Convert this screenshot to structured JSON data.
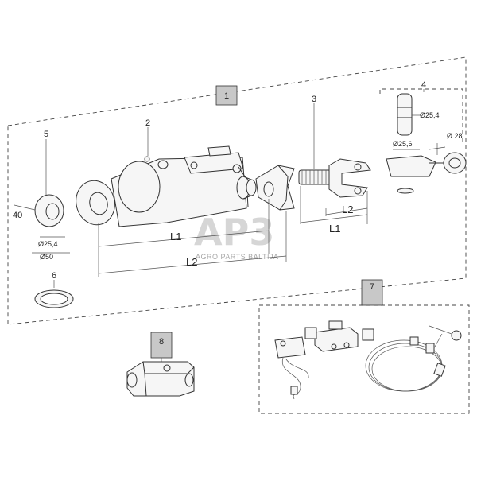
{
  "callouts": {
    "c1": "1",
    "c2": "2",
    "c3": "3",
    "c4": "4",
    "c5": "5",
    "c6": "6",
    "c7": "7",
    "c8": "8",
    "c40": "40"
  },
  "dimensions": {
    "d_25_4_top": "Ø25,4",
    "d_28": "Ø 28",
    "d_25_6": "Ø25,6",
    "d_25_4_ball": "Ø25,4",
    "d_50": "Ø50",
    "L1_main": "L1",
    "L2_main": "L2",
    "L1_fork": "L1",
    "L2_fork": "L2"
  },
  "watermark": {
    "logo": "AP3",
    "text": "AGRO PARTS BALTIJA"
  },
  "colors": {
    "box_fill": "#c8c8c8",
    "line": "#333333",
    "watermark": "#c9c9c9"
  }
}
